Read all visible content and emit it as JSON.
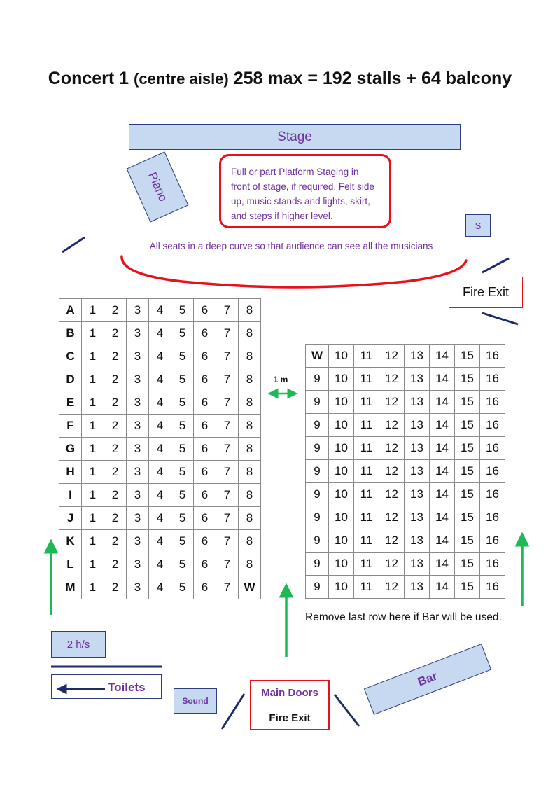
{
  "title": {
    "main": "Concert 1",
    "paren": "(centre aisle)",
    "rest": "258 max = 192 stalls + 64 balcony"
  },
  "stage": "Stage",
  "piano": "Piano",
  "staging_note": "Full or part Platform Staging in front of stage, if required. Felt side up, music stands and lights, skirt, and steps if higher level.",
  "s_box": "S",
  "curve_note": "All seats in a deep curve so that audience can see all the musicians",
  "fire_exit_right": "Fire Exit",
  "aisle_width": "1 m",
  "left_block": {
    "rows": [
      {
        "label": "A",
        "seats": [
          "1",
          "2",
          "3",
          "4",
          "5",
          "6",
          "7",
          "8"
        ]
      },
      {
        "label": "B",
        "seats": [
          "1",
          "2",
          "3",
          "4",
          "5",
          "6",
          "7",
          "8"
        ]
      },
      {
        "label": "C",
        "seats": [
          "1",
          "2",
          "3",
          "4",
          "5",
          "6",
          "7",
          "8"
        ]
      },
      {
        "label": "D",
        "seats": [
          "1",
          "2",
          "3",
          "4",
          "5",
          "6",
          "7",
          "8"
        ]
      },
      {
        "label": "E",
        "seats": [
          "1",
          "2",
          "3",
          "4",
          "5",
          "6",
          "7",
          "8"
        ]
      },
      {
        "label": "F",
        "seats": [
          "1",
          "2",
          "3",
          "4",
          "5",
          "6",
          "7",
          "8"
        ]
      },
      {
        "label": "G",
        "seats": [
          "1",
          "2",
          "3",
          "4",
          "5",
          "6",
          "7",
          "8"
        ]
      },
      {
        "label": "H",
        "seats": [
          "1",
          "2",
          "3",
          "4",
          "5",
          "6",
          "7",
          "8"
        ]
      },
      {
        "label": "I",
        "seats": [
          "1",
          "2",
          "3",
          "4",
          "5",
          "6",
          "7",
          "8"
        ]
      },
      {
        "label": "J",
        "seats": [
          "1",
          "2",
          "3",
          "4",
          "5",
          "6",
          "7",
          "8"
        ]
      },
      {
        "label": "K",
        "seats": [
          "1",
          "2",
          "3",
          "4",
          "5",
          "6",
          "7",
          "8"
        ]
      },
      {
        "label": "L",
        "seats": [
          "1",
          "2",
          "3",
          "4",
          "5",
          "6",
          "7",
          "8"
        ]
      },
      {
        "label": "M",
        "seats": [
          "1",
          "2",
          "3",
          "4",
          "5",
          "6",
          "7",
          "W"
        ]
      }
    ]
  },
  "right_block": {
    "rows": [
      [
        "W",
        "10",
        "11",
        "12",
        "13",
        "14",
        "15",
        "16"
      ],
      [
        "9",
        "10",
        "11",
        "12",
        "13",
        "14",
        "15",
        "16"
      ],
      [
        "9",
        "10",
        "11",
        "12",
        "13",
        "14",
        "15",
        "16"
      ],
      [
        "9",
        "10",
        "11",
        "12",
        "13",
        "14",
        "15",
        "16"
      ],
      [
        "9",
        "10",
        "11",
        "12",
        "13",
        "14",
        "15",
        "16"
      ],
      [
        "9",
        "10",
        "11",
        "12",
        "13",
        "14",
        "15",
        "16"
      ],
      [
        "9",
        "10",
        "11",
        "12",
        "13",
        "14",
        "15",
        "16"
      ],
      [
        "9",
        "10",
        "11",
        "12",
        "13",
        "14",
        "15",
        "16"
      ],
      [
        "9",
        "10",
        "11",
        "12",
        "13",
        "14",
        "15",
        "16"
      ],
      [
        "9",
        "10",
        "11",
        "12",
        "13",
        "14",
        "15",
        "16"
      ],
      [
        "9",
        "10",
        "11",
        "12",
        "13",
        "14",
        "15",
        "16"
      ]
    ]
  },
  "remove_note": "Remove last row here if Bar will be used.",
  "hs_box": "2 h/s",
  "toilets": "Toilets",
  "sound": "Sound",
  "main_doors": "Main Doors",
  "fire_exit_bottom": "Fire Exit",
  "bar": "Bar",
  "colors": {
    "box_fill": "#c6d9f1",
    "box_border": "#2f3e7a",
    "red": "#e8101a",
    "purple": "#7030a0",
    "row_label": "#2aa8e0",
    "green_arrow": "#1db954"
  }
}
